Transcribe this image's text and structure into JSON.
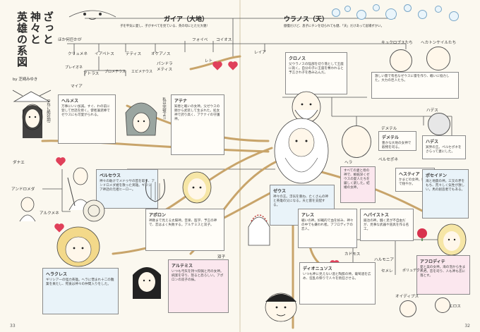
{
  "title": {
    "lines": [
      "ざっと",
      "神々と",
      "英雄の系図"
    ],
    "author": "by 芝崎みゆき",
    "page_left": "33",
    "page_right": "32"
  },
  "header": {
    "gaia": "ガイア（大地）",
    "ouranos": "ウラノス（天）",
    "gaia_desc": "子を平気に愛し、子がすべてを見ている、英の母にとただ大親!",
    "ouranos_desc": "傲慢だけど、息子にチンを切られても健、「天」だけあって居場ずかい。"
  },
  "labels": {
    "phoibe": "フォイベ",
    "koios": "コイオス",
    "rhea": "レイア",
    "others": "ほか何巨かが",
    "klymene": "クリュメネ",
    "iapetos": "イアペトス",
    "tethys": "テティス",
    "okeanos": "オケアノス",
    "leto": "レト",
    "pandora": "パンドラ",
    "metis": "メティス",
    "prometheus": "プロメテウス",
    "epimetheus": "エピメテウス",
    "atlas": "アトラス",
    "pleione": "プレイオネ",
    "maia": "マイア",
    "danae": "ダナエ",
    "andromeda": "アンドロメダ",
    "alkmene": "アルクメネ",
    "kyklopes": "キュクロプスたち",
    "hekatoncheires": "ヘカトンケイルたち",
    "hades": "ハデス",
    "demeter": "デメテル",
    "hera": "ヘラ",
    "hestia": "ヘスティア",
    "persephone": "ペルセポネ",
    "kadmos": "カドモス",
    "harmonia": "ハルモニア",
    "semele": "セメレ",
    "polydektes": "ポリュデクテス",
    "oidipous": "オイディプス",
    "eros": "エロス",
    "zeus_tag": "ゼウス",
    "twins": "双子",
    "hermes_shout": "つねに絶好調!",
    "athena_side": "私は完璧よ!!"
  },
  "boxes": {
    "hermes": {
      "name": "ヘルメス",
      "text": "万事にいい加減。すぐ、わの前に登して世話を焼く。使者兼泥棒でゼウスにも可愛がられる。"
    },
    "athena": {
      "name": "アテナ",
      "text": "知恵と戦いの女神。父ゼウスの頭から武装して生まれた。処女神で誇り高く、アテナイの守護神。"
    },
    "perseus": {
      "name": "ペルセウス",
      "text": "神々の助けでメドゥサの首を取り、アンドロメダ姫を救った英雄。ギリシア神話の元祖ヒーロー。"
    },
    "apollon": {
      "name": "アポロン",
      "text": "神教まで見える太陽神。音楽、医学、予言の神で、恋はよく失敗する。アルテミスと双子。"
    },
    "artemis": {
      "name": "アルテミス",
      "text": "いつも弓矢を持つ狩猟と月の女神。純潔を守り、怒ると恐ろしい。アポロンの双子の妹。"
    },
    "herakles": {
      "name": "ヘラクレス",
      "text": "ギリシア一の怪力英雄。ヘラに憎まれ十二の難業を果たし、死後は神々の仲間入りをした。"
    },
    "kronos": {
      "name": "クロノス",
      "text": "父ウラノスの陰部を切り落として王座に就く。自分の子に王座を奪われると予言され子を呑み込んだ。"
    },
    "kyklopes": {
      "name": "",
      "text": "激しい雷で有名なゼウスに雷を作り、戦いに協力した。大力の巨人たち。"
    },
    "zeus": {
      "name": "ゼウス",
      "text": "神々の王。浮気を重ね、たくさんの神と英雄の父になる。天と雷を支配する。"
    },
    "hera": {
      "name": "",
      "text": "すべての妻と母の神で、嫉妬深くゼウスの愛人たちを厳しく罰した。結婚の女神。"
    },
    "demeter": {
      "name": "デメテル",
      "text": "豊かな大地の女神で穀物を司る。"
    },
    "hestia": {
      "name": "ヘスティア",
      "text": "かまどの女神。控えめで穏やか。"
    },
    "hades": {
      "name": "ハデス",
      "text": "冥界の王。ペルセポネをさらって妻にした。"
    },
    "poseidon": {
      "name": "ポセイドン",
      "text": "海と地震の神。三叉の矛をもち、荒々しく気性が激しい。馬の創造者でもある。"
    },
    "ares": {
      "name": "アレス",
      "text": "戦いの神。好戦的で血を好み、神々の中でも嫌われ者。アフロディテの恋人。"
    },
    "hephaistos": {
      "name": "ヘパイストス",
      "text": "鍛冶の神。醜く足が不自由だが、見事な武器や道具を作る名工。"
    },
    "aphrodite": {
      "name": "アフロディテ",
      "text": "愛と美の女神。海の泡から生まれた。恋を司り、人も神も恋に落とす。"
    },
    "dionysos": {
      "name": "ディオニュソス",
      "text": "いつも神に見えない酒と陶酔の神。葡萄酒を広め、狂乱の祭りで人々を熱狂させる。"
    }
  },
  "colors": {
    "paper": "#fbf8ef",
    "line_brown": "#c8a46a",
    "line_grey": "#555555",
    "box_blue": "#e9f3f9",
    "box_pink": "#fbe7ee",
    "heart": "#e0405a"
  }
}
